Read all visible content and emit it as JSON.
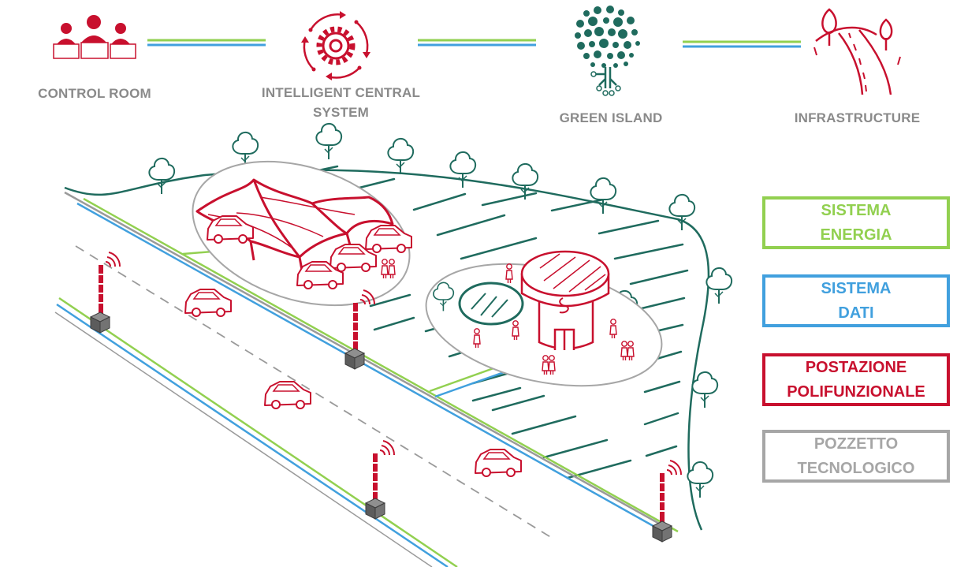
{
  "header": {
    "nodes": [
      {
        "label": "CONTROL ROOM",
        "icon": "people-laptops-icon"
      },
      {
        "label": "INTELLIGENT CENTRAL SYSTEM",
        "icon": "gear-cycle-icon"
      },
      {
        "label": "GREEN ISLAND",
        "icon": "circuit-tree-icon"
      },
      {
        "label": "INFRASTRUCTURE",
        "icon": "road-trees-icon"
      }
    ]
  },
  "legend": [
    {
      "label": "SISTEMA\nENERGIA",
      "color": "#92d050"
    },
    {
      "label": "SISTEMA\nDATI",
      "color": "#41a0de"
    },
    {
      "label": "POSTAZIONE\nPOLIFUNZIONALE",
      "color": "#c8102e"
    },
    {
      "label": "POZZETTO\nTECNOLOGICO",
      "color": "#a6a6a6"
    }
  ],
  "colors": {
    "accent_red": "#c8102e",
    "energy_green": "#92d050",
    "data_blue": "#41a0de",
    "teal": "#1f6b5e",
    "gray": "#a6a6a6"
  }
}
